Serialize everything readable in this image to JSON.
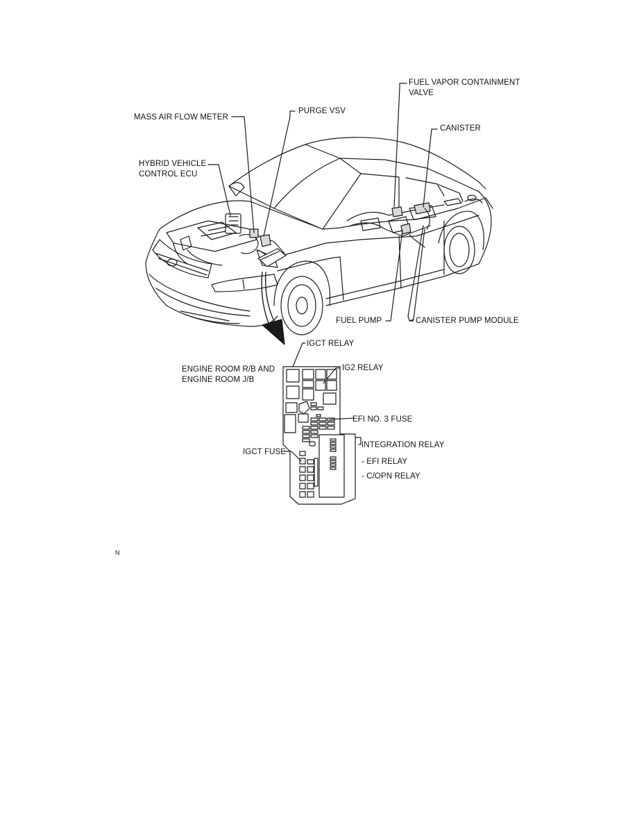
{
  "labels": {
    "fuel_vapor_valve": "FUEL VAPOR CONTAINMENT\nVALVE",
    "purge_vsv": "PURGE VSV",
    "mass_air_flow_meter": "MASS AIR FLOW METER",
    "canister": "CANISTER",
    "hybrid_ecu": "HYBRID VEHICLE\nCONTROL ECU",
    "fuel_pump": "FUEL PUMP",
    "canister_pump_module": "CANISTER PUMP MODULE",
    "igct_relay": "IGCT RELAY",
    "engine_room_rb_jb": "ENGINE ROOM R/B AND\nENGINE ROOM J/B",
    "ig2_relay": "IG2 RELAY",
    "efi_no3_fuse": "EFI NO. 3 FUSE",
    "integration_relay": "INTEGRATION RELAY",
    "igct_fuse": "IGCT FUSE",
    "efi_relay": "- EFI RELAY",
    "copn_relay": "- C/OPN RELAY"
  },
  "footer_mark": "N",
  "colors": {
    "line": "#1a1a1a",
    "fill": "#ffffff",
    "shade": "#d8d8d8"
  }
}
